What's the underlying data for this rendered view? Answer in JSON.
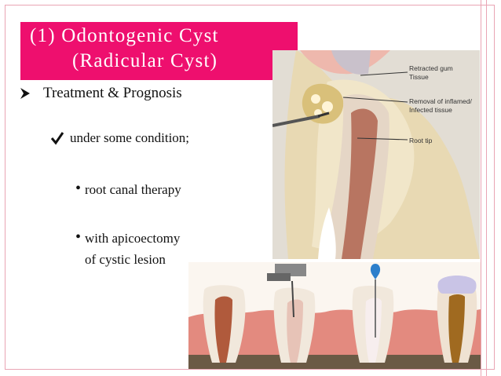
{
  "slide": {
    "title_line1": "(1) Odontogenic Cyst",
    "title_line2": "(Radicular Cyst)",
    "bullets": {
      "level1": "Treatment & Prognosis",
      "level2": "under some condition;",
      "level3_a": "root canal therapy",
      "level3_b_line1": "with apicoectomy",
      "level3_b_line2": "of cystic lesion"
    }
  },
  "illustration": {
    "labels": {
      "retracted_1": "Retracted gum",
      "retracted_2": "Tissue",
      "removal_1": "Removal of inflamed/",
      "removal_2": "Infected tissue",
      "root_tip": "Root tip"
    }
  },
  "colors": {
    "accent": "#ee0f6e",
    "frame": "#e9a5b4"
  },
  "icons": {
    "level1_bullet": "arrowhead-bullet-icon",
    "level2_bullet": "checkmark-bullet-icon",
    "level3_bullet": "dot-bullet-icon"
  }
}
